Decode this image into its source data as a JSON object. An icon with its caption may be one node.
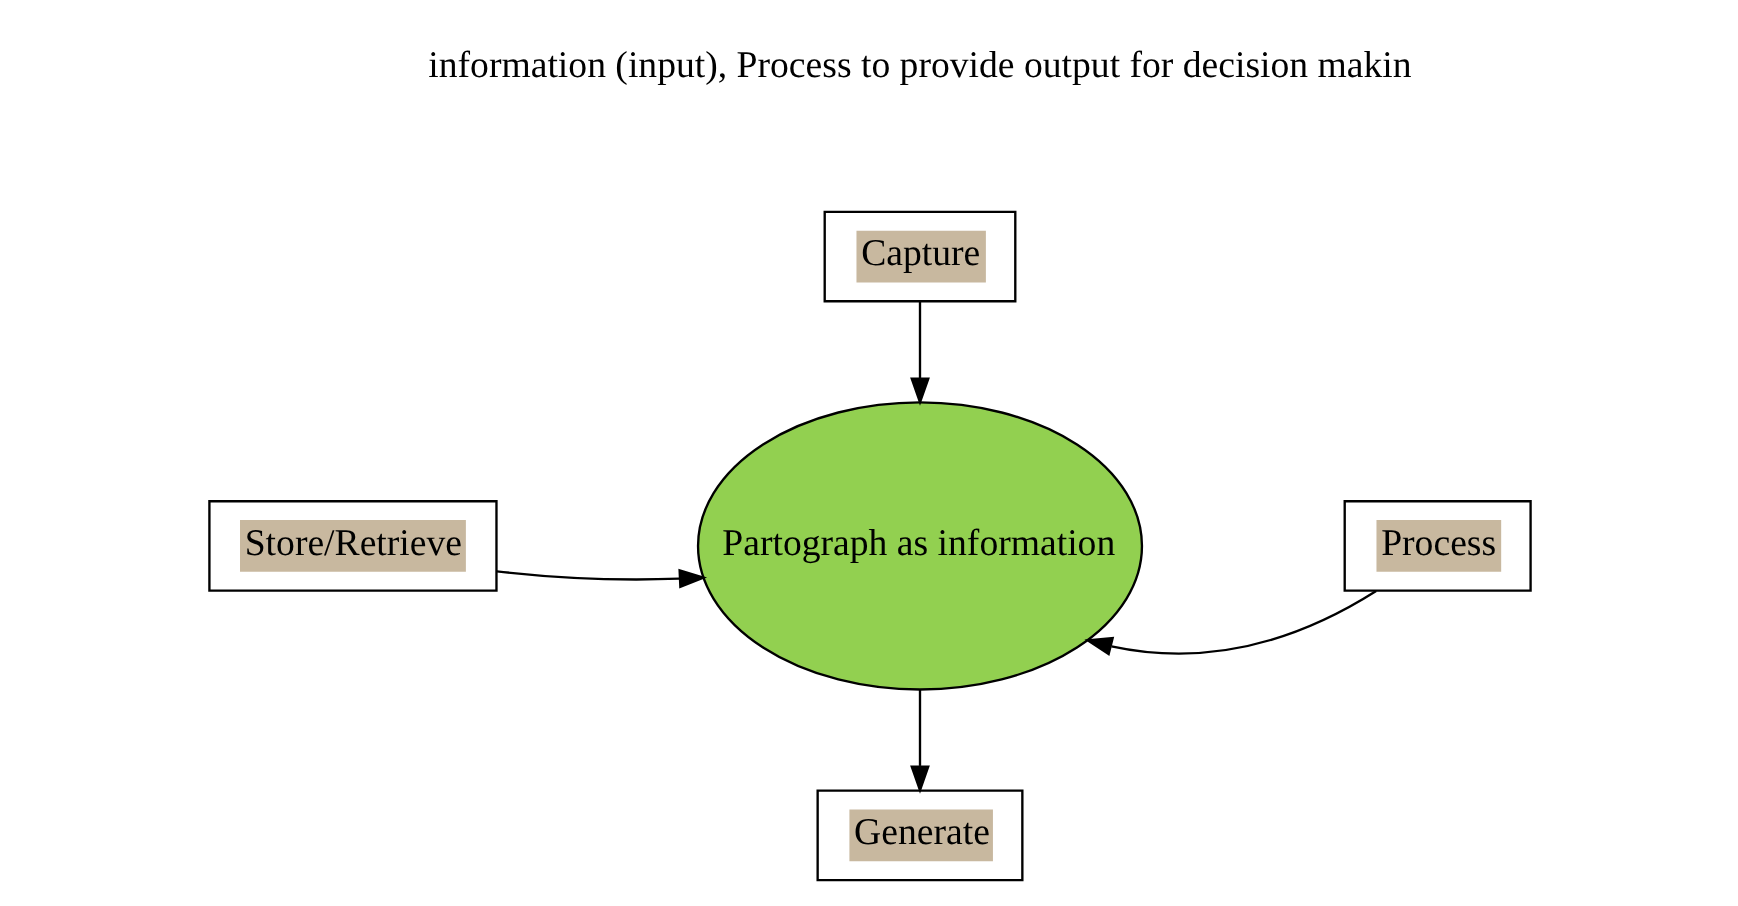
{
  "diagram": {
    "nodes": [
      {
        "text": [
          "Capture"
        ]
      },
      {
        "text": [
          "Store/Retrieve"
        ]
      },
      {
        "text": [
          "Partograph as information"
        ]
      },
      {
        "text": [
          "Process"
        ]
      },
      {
        "text": [
          "Generate"
        ]
      }
    ],
    "edges": [
      {
        "from": 0,
        "to": 2,
        "arrow": "to"
      },
      {
        "from": 1,
        "to": 2,
        "arrow": "to"
      },
      {
        "from": 3,
        "to": 2,
        "arrow": "to"
      },
      {
        "from": 2,
        "to": 4,
        "arrow": "to"
      }
    ],
    "labels": [
      "information (input), Process to provide output for decision makin"
    ]
  }
}
